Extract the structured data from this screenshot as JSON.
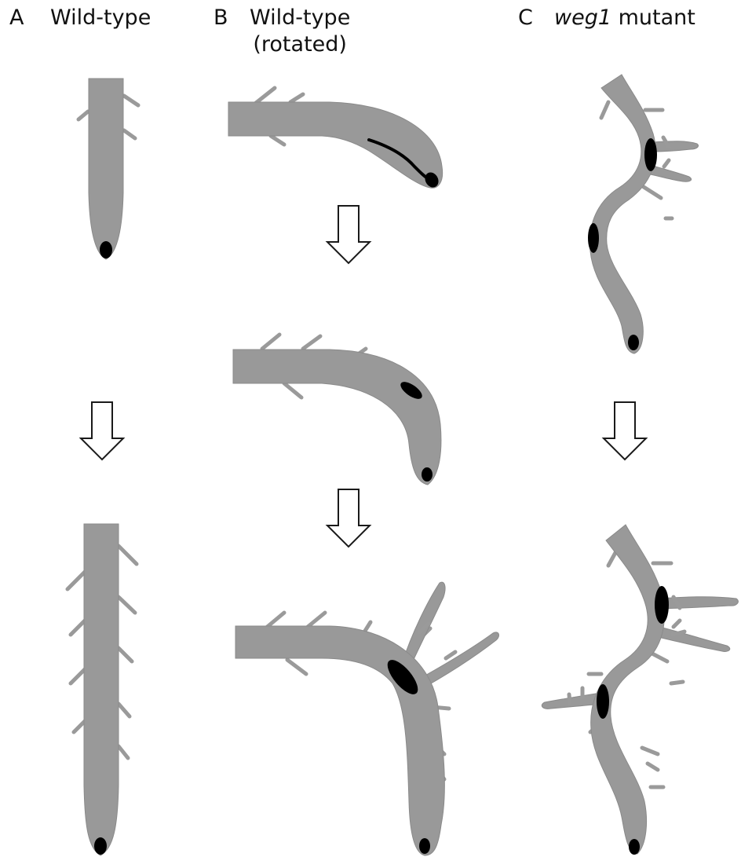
{
  "panels": [
    {
      "letter": "A",
      "title": "Wild-type"
    },
    {
      "letter": "B",
      "title_line1": "Wild-type",
      "title_line2": "(rotated)"
    },
    {
      "letter": "C",
      "title_italic": "weg1",
      "title_rest": "mutant"
    }
  ],
  "colors": {
    "root": "#999999",
    "root_outline": "#8a8a8a",
    "hair": "#9a9a9a",
    "cap": "#000000",
    "arrow_stroke": "#1a1a1a",
    "arrow_fill": "#ffffff"
  }
}
